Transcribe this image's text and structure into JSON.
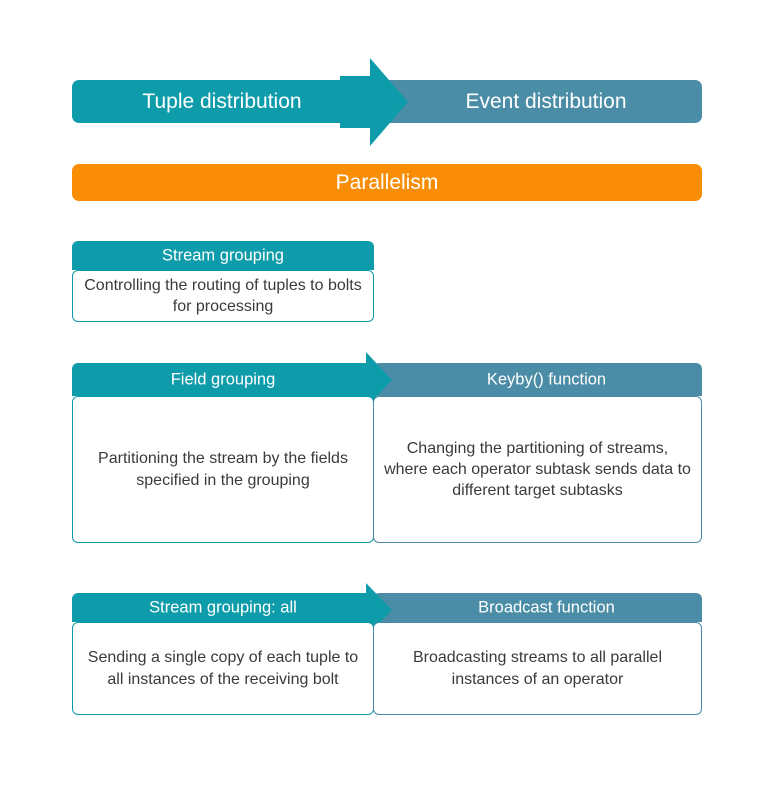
{
  "diagram": {
    "title": "Tuple distribution vs Event distribution comparison",
    "colors": {
      "teal": "#0e9cab",
      "steel_blue": "#4b8da6",
      "orange": "#f98e06",
      "body_text": "#3a3a3a",
      "body_background": "#ffffff"
    },
    "rows": [
      {
        "id": "distribution-banner",
        "type": "arrow-bar",
        "left_label": "Tuple distribution",
        "right_label": "Event distribution"
      },
      {
        "id": "parallelism-banner",
        "type": "full-bar",
        "label": "Parallelism"
      },
      {
        "id": "stream-grouping",
        "type": "single-card",
        "left": {
          "header": "Stream grouping",
          "body": "Controlling the routing of tuples to bolts for processing"
        }
      },
      {
        "id": "field-grouping",
        "type": "paired-card",
        "left": {
          "header": "Field grouping",
          "body": "Partitioning the stream by the fields specified in the grouping"
        },
        "right": {
          "header": "Keyby() function",
          "body": "Changing the partitioning of streams, where each operator subtask sends data to different target subtasks"
        }
      },
      {
        "id": "stream-grouping-all",
        "type": "paired-card",
        "left": {
          "header": "Stream grouping: all",
          "body": "Sending a single copy of each tuple to all instances of the receiving bolt"
        },
        "right": {
          "header": "Broadcast function",
          "body": "Broadcasting streams to all parallel instances of an operator"
        }
      }
    ]
  }
}
